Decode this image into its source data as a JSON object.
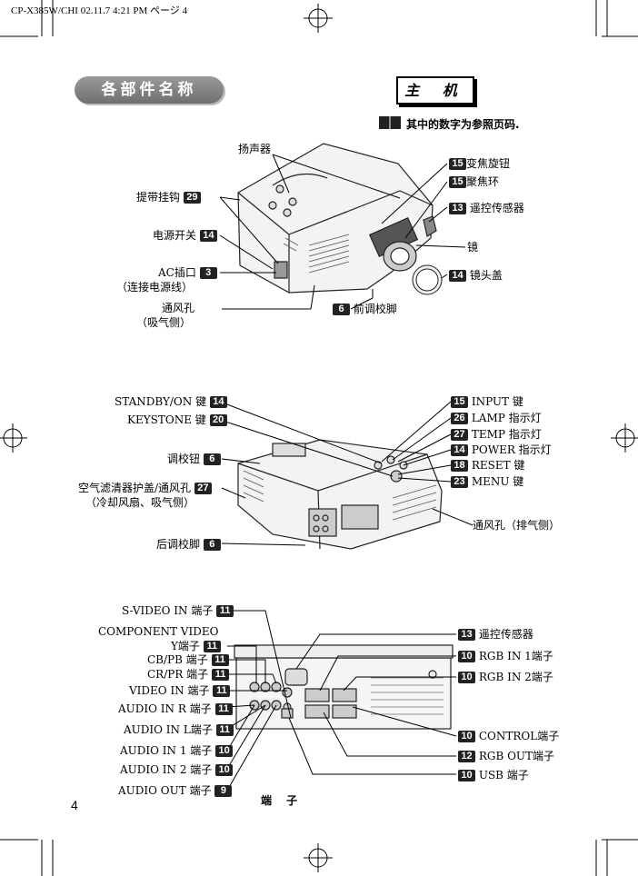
{
  "header": {
    "text": "CP-X385W/CHI  02.11.7 4:21 PM  ページ 4"
  },
  "section_title": "各部件名称",
  "tab_title": "主 机",
  "note": "其中的数字为参照页码.",
  "page_number": "4",
  "caption": "端 子",
  "labels": {
    "speaker": "扬声器",
    "strap_hook": "提带挂钩",
    "strap_hook_pg": "29",
    "power_switch": "电源开关",
    "power_switch_pg": "14",
    "ac_inlet": "AC插口",
    "ac_inlet_pg": "3",
    "ac_inlet_sub": "（连接电源线）",
    "vent_intake": "通风孔",
    "vent_intake_sub": "（吸气侧）",
    "front_foot_pg": "6",
    "front_foot": "前调校脚",
    "zoom_pg": "15",
    "zoom": "变焦旋钮",
    "focus_pg": "15",
    "focus": "聚焦环",
    "remote_sensor_pg": "13",
    "remote_sensor": "遥控传感器",
    "lens": "镜",
    "lens_cap_pg": "14",
    "lens_cap": "镜头盖",
    "standby": "STANDBY/ON 键",
    "standby_pg": "14",
    "keystone": "KEYSTONE 键",
    "keystone_pg": "20",
    "adjust_button": "调校钮",
    "adjust_button_pg": "6",
    "filter": "空气滤清器护盖/通风孔",
    "filter_pg": "27",
    "filter_sub": "（冷却风扇、吸气侧）",
    "rear_foot": "后调校脚",
    "rear_foot_pg": "6",
    "input_pg": "15",
    "input": "INPUT 键",
    "lamp_pg": "26",
    "lamp": "LAMP 指示灯",
    "temp_pg": "27",
    "temp": "TEMP 指示灯",
    "power_pg": "14",
    "power": "POWER 指示灯",
    "reset_pg": "18",
    "reset": "RESET 键",
    "menu_pg": "23",
    "menu": "MENU 键",
    "vent_exhaust": "通风孔（排气侧）",
    "svideo": "S-VIDEO IN 端子",
    "svideo_pg": "11",
    "component": "COMPONENT VIDEO",
    "comp_y": "Y端子",
    "comp_y_pg": "11",
    "comp_cb": "CB/PB 端子",
    "comp_cb_pg": "11",
    "comp_cr": "CR/PR 端子",
    "comp_cr_pg": "11",
    "video_in": "VIDEO IN 端子",
    "video_in_pg": "11",
    "audio_r": "AUDIO IN R 端子",
    "audio_r_pg": "11",
    "audio_l": "AUDIO IN L端子",
    "audio_l_pg": "11",
    "audio_1": "AUDIO IN 1 端子",
    "audio_1_pg": "10",
    "audio_2": "AUDIO IN 2 端子",
    "audio_2_pg": "10",
    "audio_out": "AUDIO OUT 端子",
    "audio_out_pg": "9",
    "remote_sensor2_pg": "13",
    "remote_sensor2": "遥控传感器",
    "rgb1_pg": "10",
    "rgb1": "RGB IN 1端子",
    "rgb2_pg": "10",
    "rgb2": "RGB IN 2端子",
    "control_pg": "10",
    "control": "CONTROL端子",
    "rgbout_pg": "12",
    "rgbout": "RGB OUT端子",
    "usb_pg": "10",
    "usb": "USB 端子"
  }
}
